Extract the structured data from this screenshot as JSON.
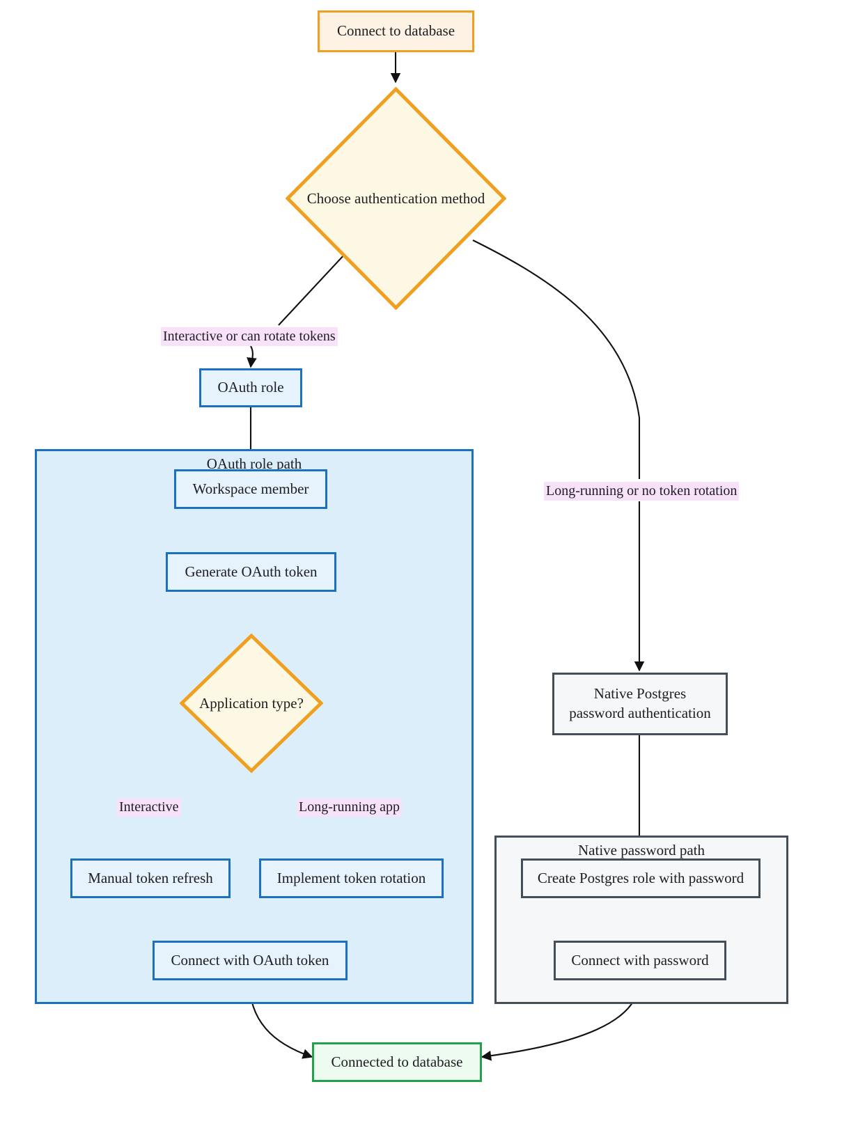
{
  "diagram": {
    "type": "flowchart",
    "title": "Database authentication method decision flow",
    "orientation": "top-down",
    "colors": {
      "start_border": "#f0a020",
      "start_fill": "#fdf2e3",
      "decision_border": "#f0a020",
      "decision_fill": "#fdf8e3",
      "oauth_border": "#1b70bf",
      "oauth_fill": "#e6f2fc",
      "oauth_subgraph_fill": "#ddeefb",
      "native_border": "#454e57",
      "native_fill": "#f6f7f9",
      "end_border": "#22a04a",
      "end_fill": "#eefbf1",
      "edge_label_fill": "#f7e2fa",
      "edge_stroke": "#111111"
    }
  },
  "nodes": {
    "start": {
      "label": "Connect to database",
      "shape": "rect",
      "style": "start"
    },
    "choose_auth": {
      "label": "Choose authentication method",
      "shape": "diamond",
      "style": "decision"
    },
    "oauth_role": {
      "label": "OAuth role",
      "shape": "rect",
      "style": "oauth"
    },
    "workspace_member": {
      "label": "Workspace member",
      "shape": "rect",
      "style": "oauth"
    },
    "generate_token": {
      "label": "Generate OAuth token",
      "shape": "rect",
      "style": "oauth"
    },
    "app_type": {
      "label": "Application type?",
      "shape": "diamond",
      "style": "decision"
    },
    "manual_refresh": {
      "label": "Manual token refresh",
      "shape": "rect",
      "style": "oauth"
    },
    "token_rotation": {
      "label": "Implement token rotation",
      "shape": "rect",
      "style": "oauth"
    },
    "connect_oauth": {
      "label": "Connect with OAuth token",
      "shape": "rect",
      "style": "oauth"
    },
    "native_auth_line1": {
      "label": "Native Postgres",
      "shape": "rect",
      "style": "native"
    },
    "native_auth_line2": {
      "label": "password authentication",
      "shape": "rect",
      "style": "native"
    },
    "create_role": {
      "label": "Create Postgres role with password",
      "shape": "rect",
      "style": "native"
    },
    "connect_password": {
      "label": "Connect with password",
      "shape": "rect",
      "style": "native"
    },
    "connected": {
      "label": "Connected to database",
      "shape": "rect",
      "style": "end"
    }
  },
  "subgraphs": {
    "oauth_path": {
      "title": "OAuth role path",
      "style": "oauth"
    },
    "native_path": {
      "title": "Native password path",
      "style": "native"
    }
  },
  "edge_labels": {
    "interactive_rotate": "Interactive or can rotate tokens",
    "long_running_no_rotation": "Long-running or no token rotation",
    "interactive": "Interactive",
    "long_running_app": "Long-running app"
  },
  "edges": [
    {
      "from": "start",
      "to": "choose_auth",
      "label": ""
    },
    {
      "from": "choose_auth",
      "to": "oauth_role",
      "label": "Interactive or can rotate tokens"
    },
    {
      "from": "choose_auth",
      "to": "native_auth",
      "label": "Long-running or no token rotation"
    },
    {
      "from": "oauth_role",
      "to": "workspace_member",
      "label": ""
    },
    {
      "from": "workspace_member",
      "to": "generate_token",
      "label": ""
    },
    {
      "from": "generate_token",
      "to": "app_type",
      "label": ""
    },
    {
      "from": "app_type",
      "to": "manual_refresh",
      "label": "Interactive"
    },
    {
      "from": "app_type",
      "to": "token_rotation",
      "label": "Long-running app"
    },
    {
      "from": "manual_refresh",
      "to": "connect_oauth",
      "label": ""
    },
    {
      "from": "token_rotation",
      "to": "connect_oauth",
      "label": ""
    },
    {
      "from": "native_auth",
      "to": "create_role",
      "label": ""
    },
    {
      "from": "create_role",
      "to": "connect_password",
      "label": ""
    },
    {
      "from": "connect_oauth",
      "to": "connected",
      "label": ""
    },
    {
      "from": "connect_password",
      "to": "connected",
      "label": ""
    }
  ]
}
